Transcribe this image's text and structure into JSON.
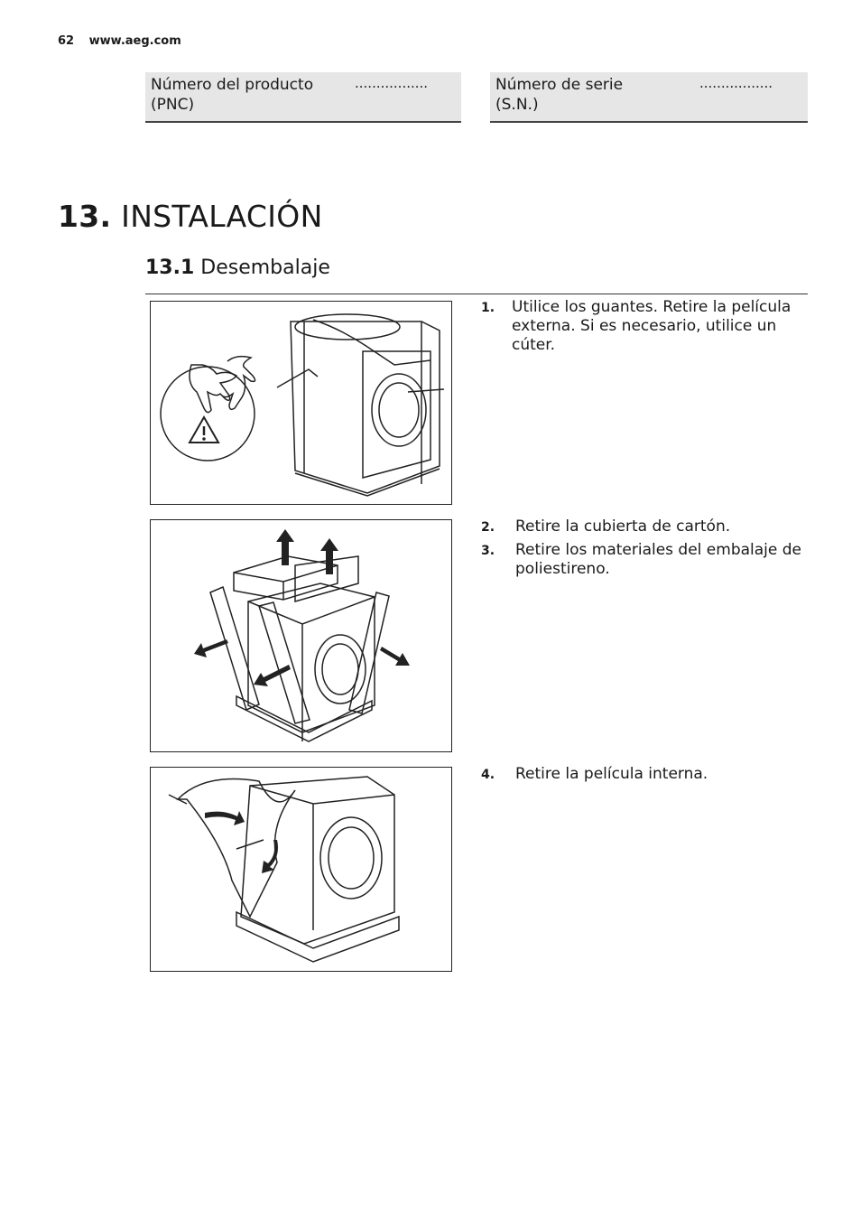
{
  "header": {
    "page_number": "62",
    "website": "www.aeg.com"
  },
  "fields": [
    {
      "label_line1": "Número del producto",
      "label_line2": "(PNC)",
      "dots": "................."
    },
    {
      "label_line1": "Número de serie",
      "label_line2": "(S.N.)",
      "dots": "................."
    }
  ],
  "section": {
    "number": "13.",
    "title": "INSTALACIÓN"
  },
  "subsection": {
    "number": "13.1",
    "title": "Desembalaje"
  },
  "steps": [
    {
      "n": "1.",
      "text": "Utilice los guantes. Retire la película externa. Si es necesario, utilice un cúter."
    },
    {
      "n": "2.",
      "text": "Retire la cubierta de cartón."
    },
    {
      "n": "3.",
      "text": "Retire los materiales del embalaje de poliestireno."
    },
    {
      "n": "4.",
      "text": "Retire la película interna."
    }
  ],
  "figures": [
    {
      "icon": "gloves-warning-illustration"
    },
    {
      "icon": "remove-packaging-illustration"
    },
    {
      "icon": "remove-inner-film-illustration"
    }
  ]
}
